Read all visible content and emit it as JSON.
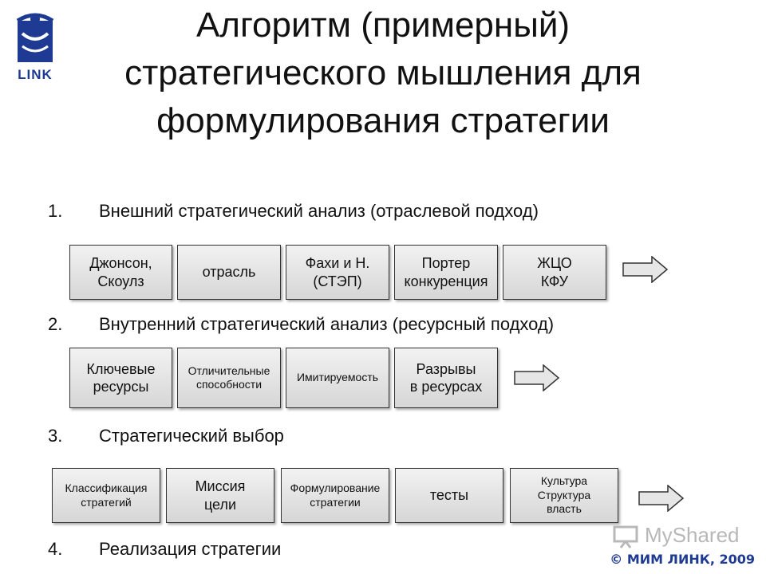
{
  "logo": {
    "text": "LINK"
  },
  "title": {
    "line1": "Алгоритм (примерный)",
    "line2": "стратегического мышления для",
    "line3": "формулирования стратегии"
  },
  "steps": [
    {
      "number": "1.",
      "text": "Внешний стратегический анализ (отраслевой подход)",
      "boxes": [
        "Джонсон,\nСкоулз",
        "отрасль",
        "Фахи и Н.\n(СТЭП)",
        "Портер\nконкуренция",
        "ЖЦО\nКФУ"
      ]
    },
    {
      "number": "2.",
      "text": "Внутренний стратегический анализ (ресурсный подход)",
      "boxes": [
        "Ключевые\nресурсы",
        "Отличительные\nспособности",
        "Имитируемость",
        "Разрывы\nв ресурсах"
      ]
    },
    {
      "number": "3.",
      "text": "Стратегический выбор",
      "boxes": [
        "Классификация\nстратегий",
        "Миссия\nцели",
        "Формулирование\nстратегии",
        "тесты",
        "Культура\nСтруктура\nвласть"
      ]
    },
    {
      "number": "4.",
      "text": "Реализация стратегии",
      "boxes": []
    }
  ],
  "watermark": "MyShared",
  "copyright": "© МИМ ЛИНК, 2009",
  "colors": {
    "box_fill": "#e0e0e0",
    "box_border": "#333333",
    "arrow_fill": "#e6e6e6",
    "logo": "#1f3a93"
  }
}
